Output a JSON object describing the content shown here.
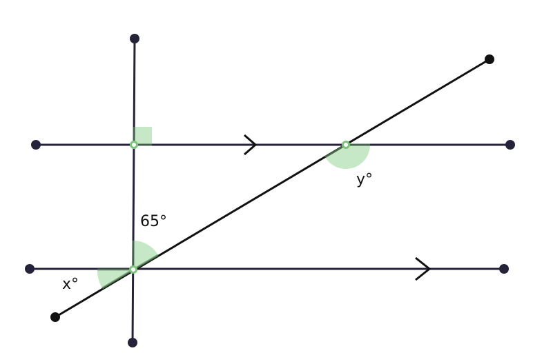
{
  "angles": {
    "given": "65°",
    "x": "x°",
    "y": "y°"
  },
  "colors": {
    "line": "#24233a",
    "transversal": "#111111",
    "angle_fill": "#b9e2b9",
    "point": "#7cc47c"
  }
}
